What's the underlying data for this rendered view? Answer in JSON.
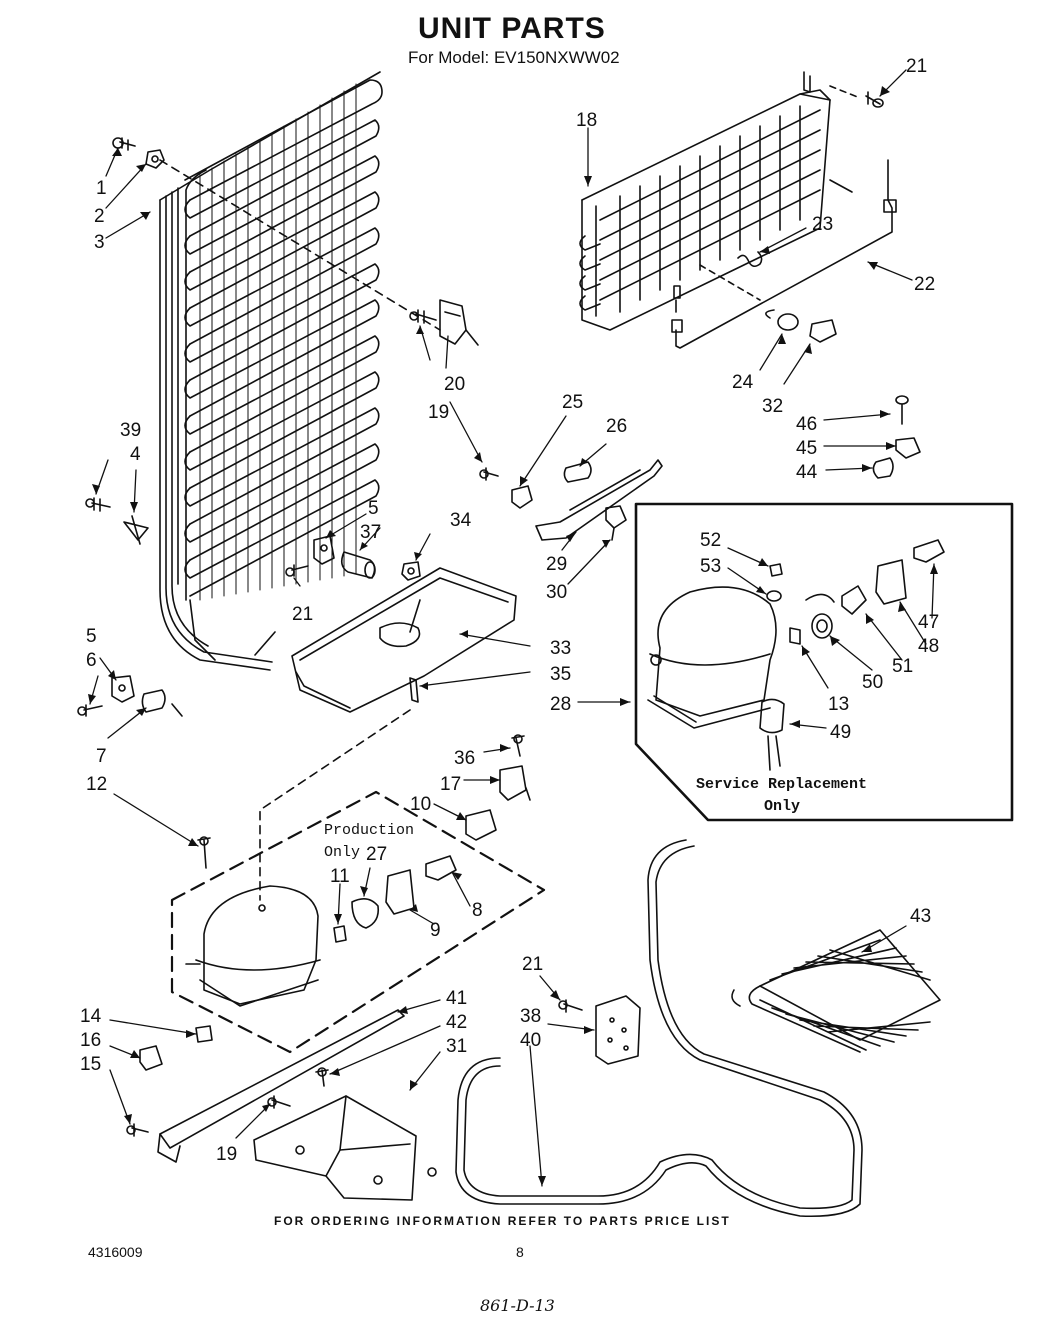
{
  "header": {
    "title": "UNIT PARTS",
    "model_line": "For Model: EV150NXWW02"
  },
  "callouts": {
    "c1": "1",
    "c2": "2",
    "c3": "3",
    "c4": "4",
    "c5a": "5",
    "c5b": "5",
    "c6": "6",
    "c7": "7",
    "c8": "8",
    "c9": "9",
    "c10": "10",
    "c11": "11",
    "c12": "12",
    "c13": "13",
    "c14": "14",
    "c15": "15",
    "c16": "16",
    "c17": "17",
    "c18": "18",
    "c19a": "19",
    "c19b": "19",
    "c20": "20",
    "c21a": "21",
    "c21b": "21",
    "c21c": "21",
    "c22": "22",
    "c23": "23",
    "c24": "24",
    "c25": "25",
    "c26": "26",
    "c27": "27",
    "c28": "28",
    "c29": "29",
    "c30": "30",
    "c31": "31",
    "c32": "32",
    "c33": "33",
    "c34": "34",
    "c35": "35",
    "c36": "36",
    "c37": "37",
    "c38": "38",
    "c39": "39",
    "c40": "40",
    "c41": "41",
    "c42": "42",
    "c43": "43",
    "c44": "44",
    "c45": "45",
    "c46": "46",
    "c47": "47",
    "c48": "48",
    "c49": "49",
    "c50": "50",
    "c51": "51",
    "c52": "52",
    "c53": "53"
  },
  "labels": {
    "production_line1": "Production",
    "production_line2": "Only",
    "service_line1": "Service Replacement",
    "service_line2": "Only"
  },
  "footer": {
    "ordering_info": "FOR ORDERING INFORMATION REFER TO PARTS PRICE LIST",
    "doc_number": "4316009",
    "page_number": "8",
    "handwritten_code": "861-D-13"
  }
}
